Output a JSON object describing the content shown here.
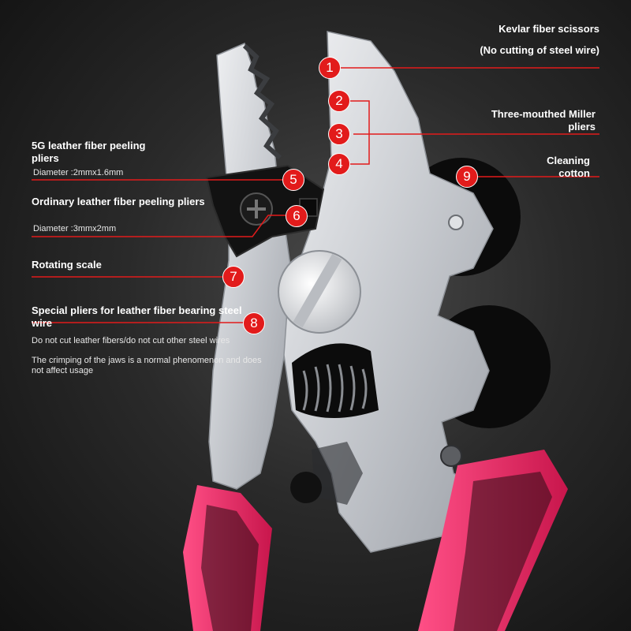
{
  "labels": {
    "kevlar": "Kevlar fiber scissors",
    "kevlar_note": "(No cutting of steel wire)",
    "miller": "Three-mouthed Miller pliers",
    "cleaning": "Cleaning cotton",
    "peel5g": "5G leather fiber peeling pliers",
    "peel5g_dia": "Diameter :2mmx1.6mm",
    "ordinary": "Ordinary leather fiber peeling pliers",
    "ordinary_dia": "Diameter :3mmx2mm",
    "rotating": "Rotating scale",
    "special": "Special pliers for leather fiber bearing steel wire",
    "special_note1": "Do not cut leather fibers/do not cut other steel wires",
    "special_note2": "The crimping of the jaws is a normal phenomenon and does not affect usage"
  },
  "markers": [
    "1",
    "2",
    "3",
    "4",
    "5",
    "6",
    "7",
    "8",
    "9"
  ],
  "colors": {
    "marker_red": "#e21b1b",
    "handle_pink": "#e8245e",
    "steel": "#cfd2d6"
  }
}
